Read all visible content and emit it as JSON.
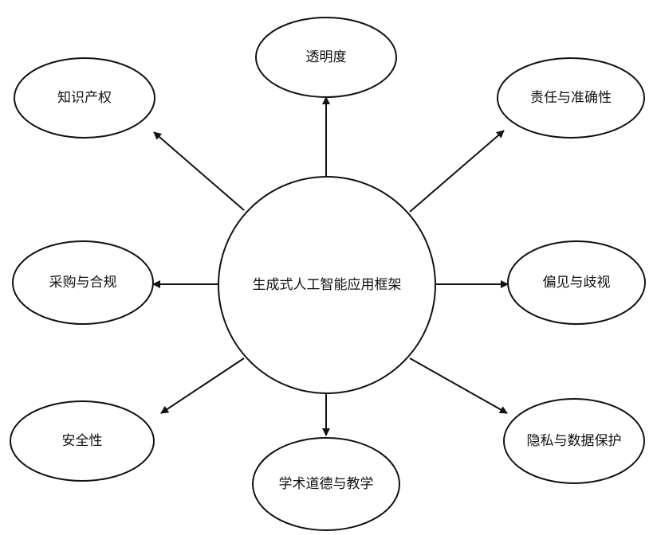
{
  "center": {
    "label": "生成式人工智能应用框架"
  },
  "nodes": [
    {
      "id": "transparency",
      "label": "透明度"
    },
    {
      "id": "ip",
      "label": "知识产权"
    },
    {
      "id": "responsibility",
      "label": "责任与准确性"
    },
    {
      "id": "procurement",
      "label": "采购与合规"
    },
    {
      "id": "bias",
      "label": "偏见与歧视"
    },
    {
      "id": "safety",
      "label": "安全性"
    },
    {
      "id": "ethics",
      "label": "学术道德与教学"
    },
    {
      "id": "privacy",
      "label": "隐私与数据保护"
    }
  ]
}
